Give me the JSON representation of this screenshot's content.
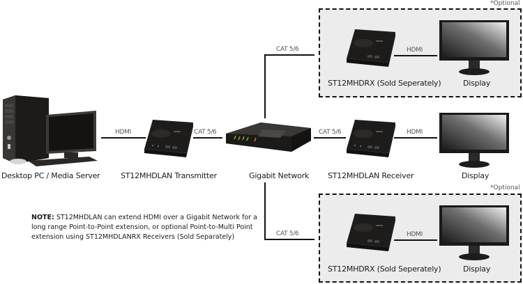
{
  "diagram": {
    "devices": {
      "source": {
        "label": "Desktop PC / Media Server",
        "icon": "desktop-pc-icon"
      },
      "transmitter": {
        "label": "ST12MHDLAN Transmitter",
        "icon": "extender-box-icon"
      },
      "network": {
        "label": "Gigabit Network",
        "icon": "network-switch-icon"
      },
      "receiver": {
        "label": "ST12MHDLAN Receiver",
        "icon": "extender-box-icon"
      },
      "display_main": {
        "label": "Display",
        "icon": "monitor-icon"
      }
    },
    "optional_top": {
      "note": "*Optional",
      "receiver_label": "ST12MHDRX (Sold Seperately)",
      "display_label": "Display",
      "cable_in": "CAT 5/6",
      "cable_out": "HDMI"
    },
    "optional_bottom": {
      "note": "*Optional",
      "receiver_label": "ST12MHDRX (Sold Seperately)",
      "display_label": "Display",
      "cable_in": "CAT 5/6",
      "cable_out": "HDMI"
    },
    "cables": {
      "pc_to_tx": "HDMI",
      "tx_to_network": "CAT 5/6",
      "network_to_rx": "CAT 5/6",
      "rx_to_display": "HDMI"
    },
    "note": {
      "prefix": "NOTE:",
      "line1": " ST12MHDLAN can extend HDMI over a Gigabit Network for a",
      "line2": "long range Point-to-Point extension, or optional Point-to-Multi Point",
      "line3": "extension using ST12MHDLANRX Receivers (Sold Separately)"
    }
  }
}
